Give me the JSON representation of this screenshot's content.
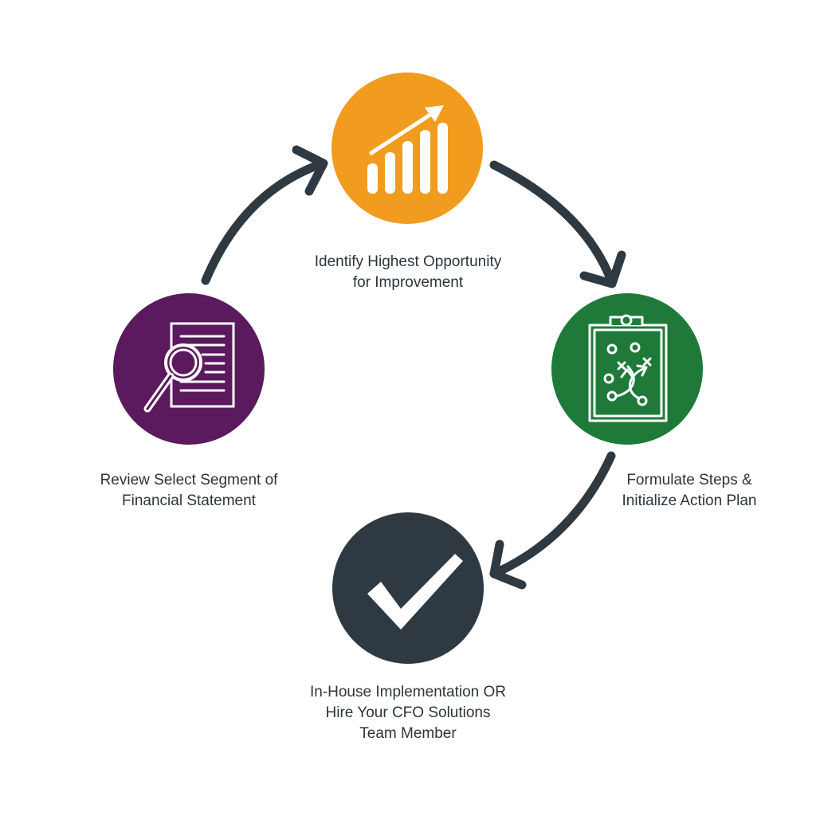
{
  "colors": {
    "arrow": "#2f3941",
    "analysis": "#f29c1f",
    "plan": "#1f7a3a",
    "implement": "#2f3941",
    "review": "#5b1a5d",
    "icon_stroke": "#ffffff"
  },
  "steps": [
    {
      "id": "identify",
      "icon": "bar-chart-growth-icon",
      "label": "Identify Highest Opportunity\nfor Improvement"
    },
    {
      "id": "formulate",
      "icon": "clipboard-play-icon",
      "label": "Formulate Steps &\nInitialize Action Plan"
    },
    {
      "id": "implement",
      "icon": "checkmark-icon",
      "label": "In-House Implementation OR\nHire Your CFO Solutions\nTeam Member"
    },
    {
      "id": "review",
      "icon": "document-magnifier-icon",
      "label": "Review Select Segment of\nFinancial Statement"
    }
  ]
}
